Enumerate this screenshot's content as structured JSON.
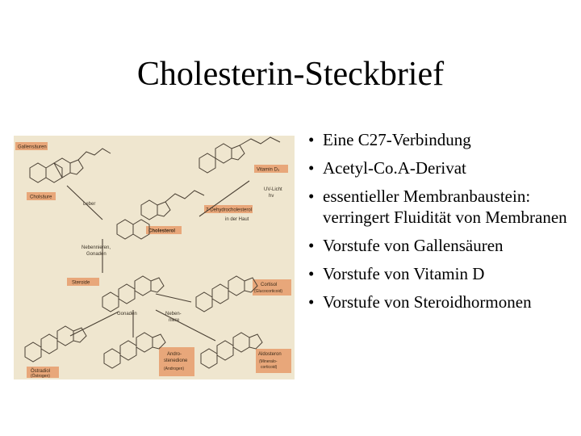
{
  "slide": {
    "title": "Cholesterin-Steckbrief",
    "bullets": [
      "Eine C27-Verbindung",
      "Acetyl-Co.A-Derivat",
      "essentieller Membranbaustein: verringert Fluidität von Membranen",
      "Vorstufe von Gallensäuren",
      "Vorstufe von Vitamin D",
      "Vorstufe von Steroidhormonen"
    ]
  },
  "figure": {
    "labels": {
      "gallensaeuren": "Gallensäuren",
      "cholsaeure": "Cholsäure",
      "leber": "Leber",
      "vitamin_d3": "Vitamin D₃",
      "uv_licht": "UV-Licht",
      "hv": "hν",
      "dehydro": "7-Dehydrocholesterol",
      "in_der_haut": "in der Haut",
      "cholesterol": "Cholesterol",
      "nebennieren": "Nebennieren,",
      "gonaden_1": "Gonaden",
      "steroide": "Steroide",
      "cortisol": "Cortisol",
      "cortisol_sub": "(Glucocorticoid)",
      "gonaden_2": "Gonaden",
      "nebenniere": "Neben-",
      "nebenniere_2": "niere",
      "oestradiol": "Östradiol",
      "oestradiol_sub": "(Östrogen)",
      "andro": "Andro-",
      "andro_2": "stenedione",
      "andro_sub": "(Androgen)",
      "aldosteron": "Aldosteron",
      "aldosteron_sub": "(Mineralo-",
      "aldosteron_sub2": "corticoid)"
    },
    "colors": {
      "background": "#efe6cf",
      "label_box": "#e8a77a"
    }
  }
}
